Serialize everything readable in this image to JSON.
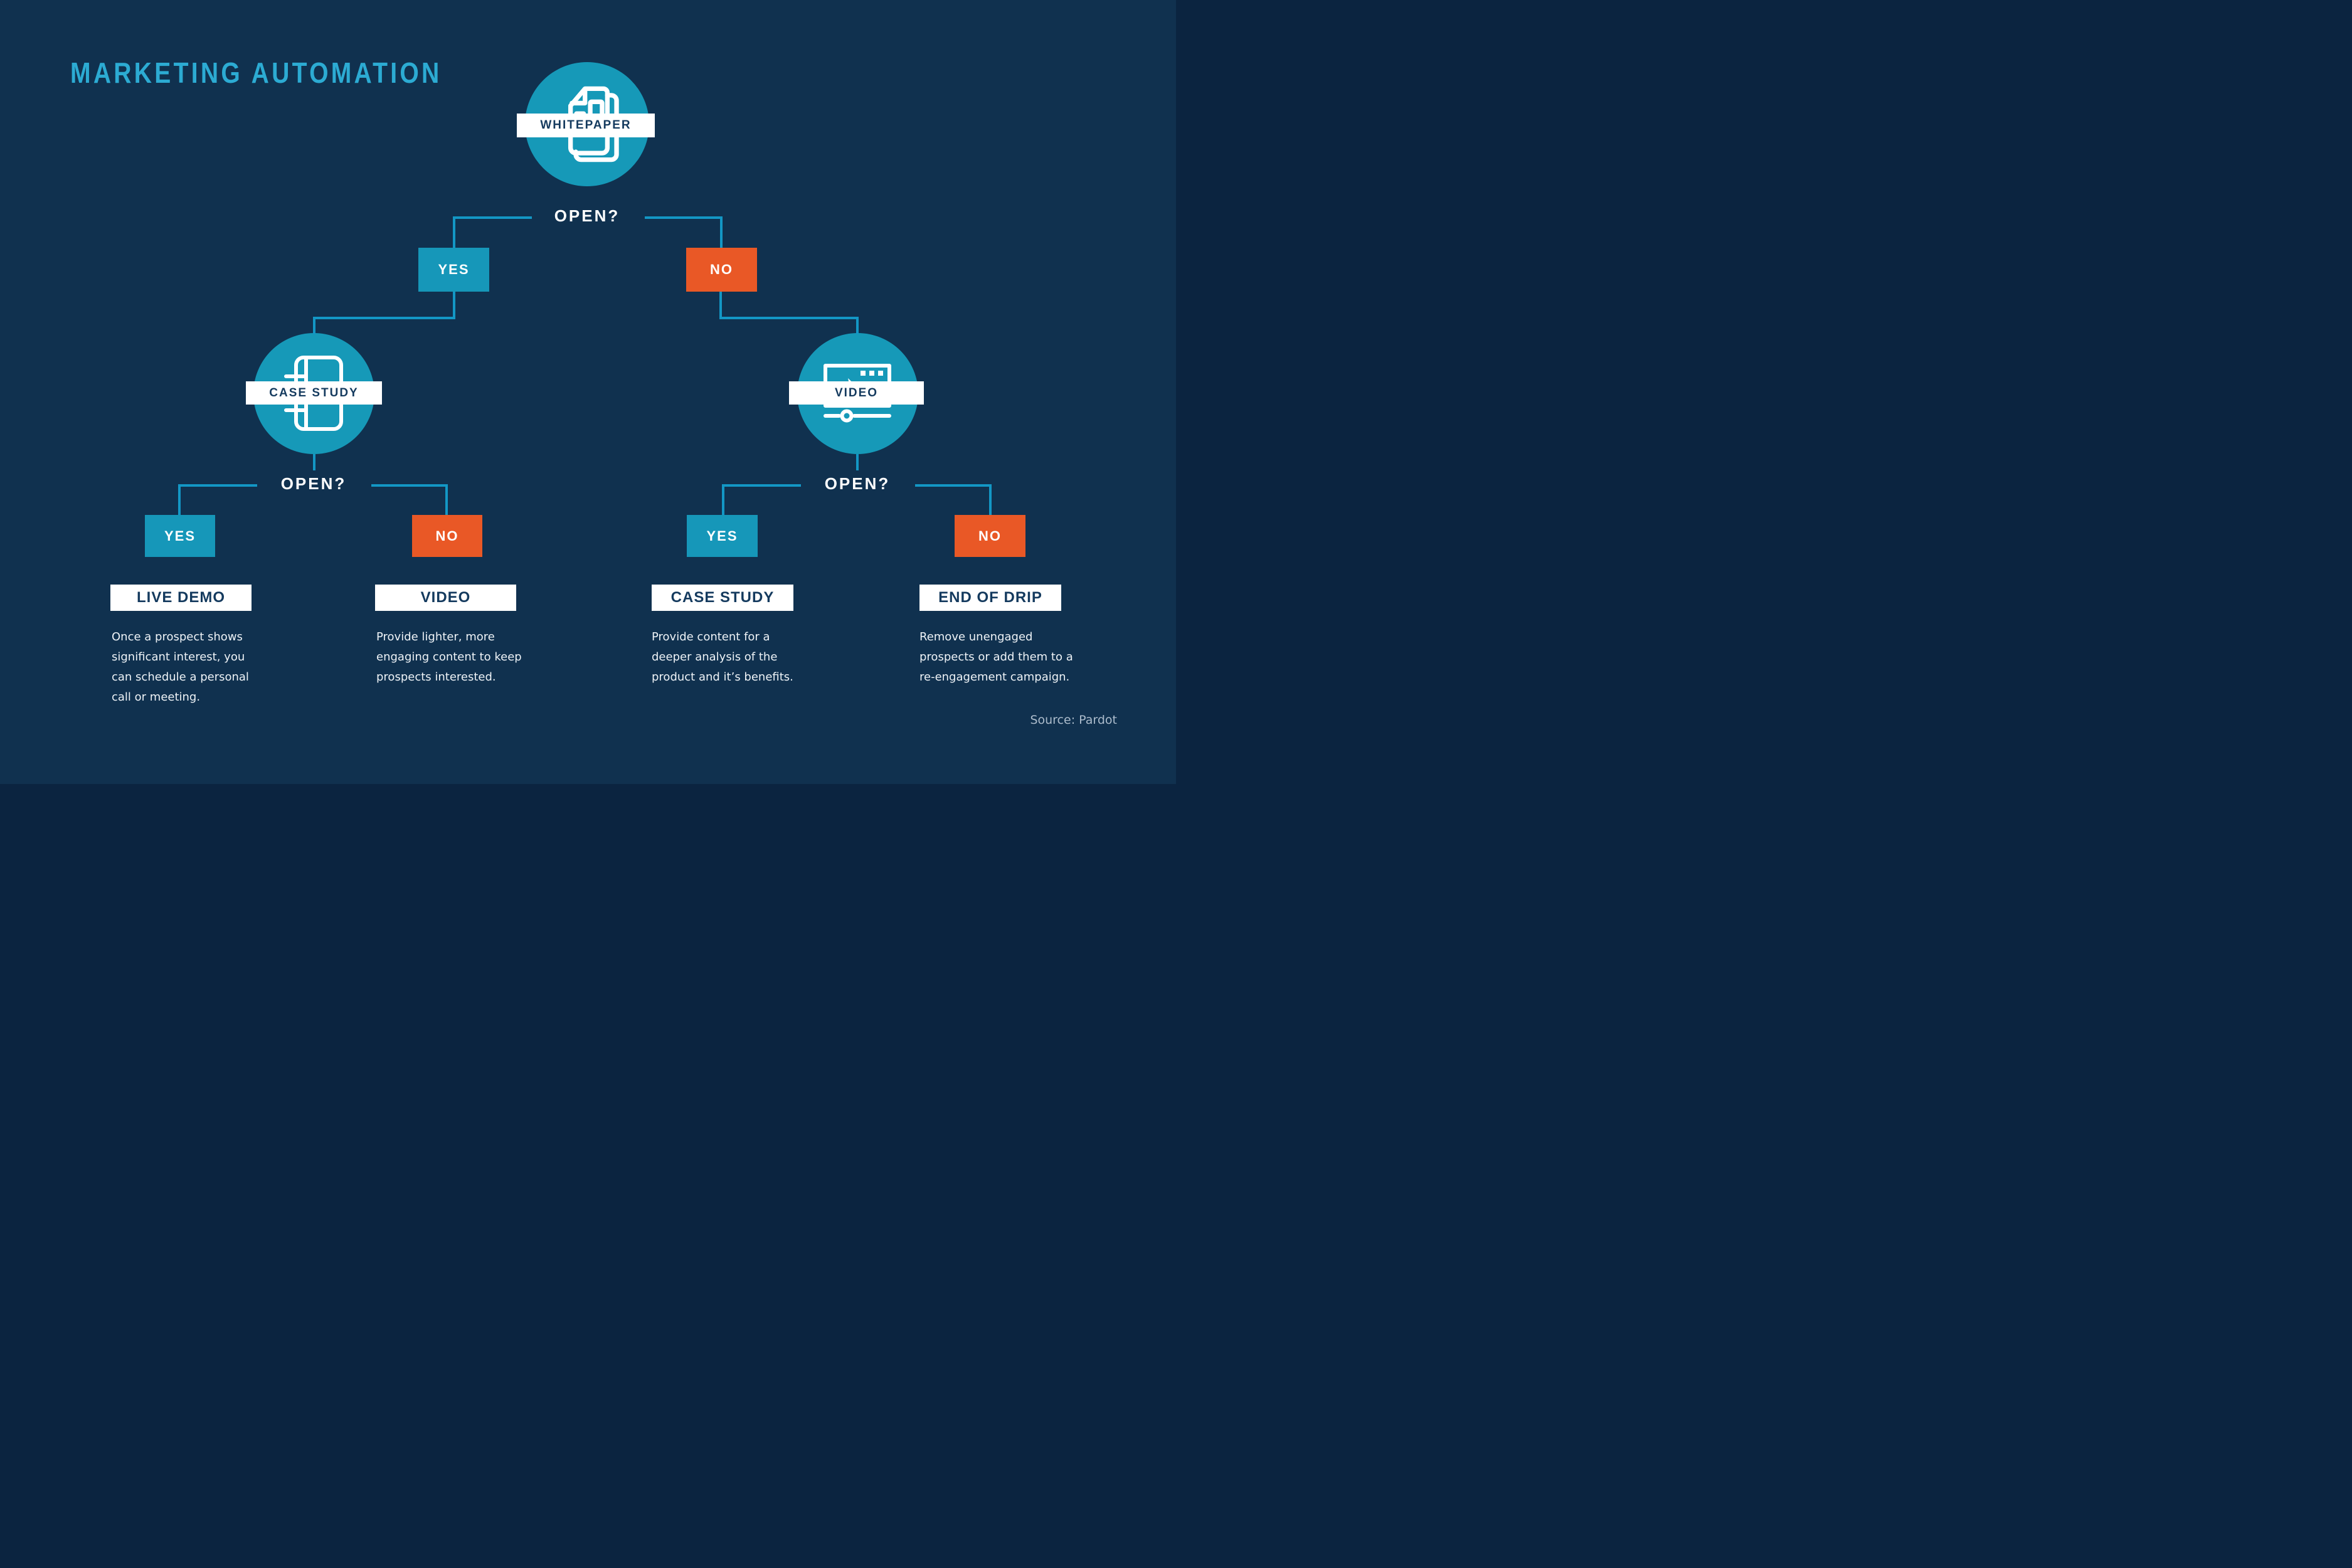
{
  "title": "MARKETING AUTOMATION",
  "colors": {
    "background": "#10314F",
    "teal_circle": "#1699B8",
    "teal_box": "#1697B9",
    "orange_box": "#E95826",
    "connector": "#1397C5",
    "title_teal": "#2CABD3",
    "label_navy": "#143A5E",
    "text_light": "#EEF3F7",
    "source_gray": "#ACBCCC",
    "white": "#FFFFFF"
  },
  "nodes": {
    "root": {
      "label": "WHITEPAPER",
      "icon": "whitepaper-pages-icon"
    },
    "left": {
      "label": "CASE STUDY",
      "icon": "notebook-icon"
    },
    "right": {
      "label": "VIDEO",
      "icon": "video-player-icon"
    }
  },
  "decisions": [
    {
      "question": "OPEN?",
      "yes": "YES",
      "no": "NO"
    },
    {
      "question": "OPEN?",
      "yes": "YES",
      "no": "NO"
    },
    {
      "question": "OPEN?",
      "yes": "YES",
      "no": "NO"
    }
  ],
  "outcomes": [
    {
      "label": "LIVE DEMO",
      "description": "Once a prospect shows\nsignificant interest, you\ncan schedule a personal\ncall or meeting."
    },
    {
      "label": "VIDEO",
      "description": "Provide lighter, more\nengaging content to keep\nprospects interested."
    },
    {
      "label": "CASE STUDY",
      "description": "Provide content for a\ndeeper analysis of the\nproduct and it’s benefits."
    },
    {
      "label": "END OF DRIP",
      "description": "Remove unengaged\nprospects or add them to a\nre-engagement campaign."
    }
  ],
  "source": "Source: Pardot"
}
